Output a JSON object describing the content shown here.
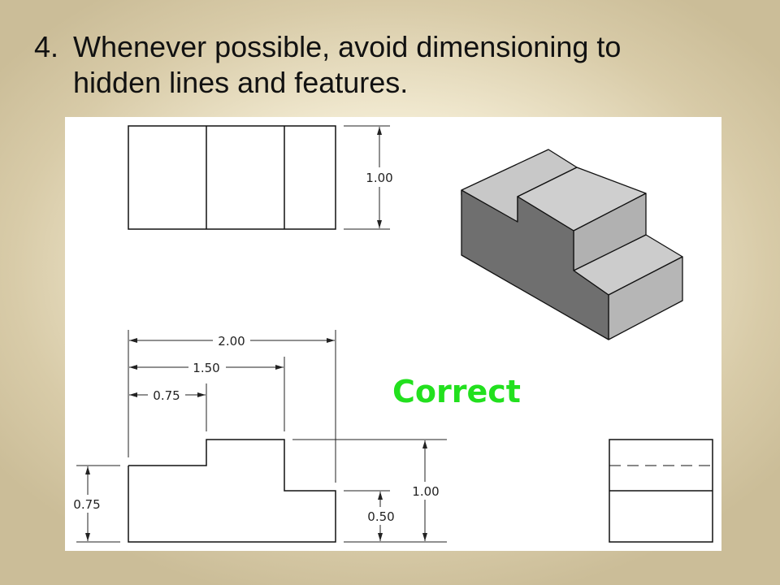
{
  "slide": {
    "title_number": "4.",
    "title_line1": "Whenever possible, avoid dimensioning to",
    "title_line2": "hidden lines and features."
  },
  "figure": {
    "verdict": "Correct",
    "verdict_color": "#22e01e",
    "top_view": {
      "height_dimension": "1.00"
    },
    "front_view": {
      "overall_width": "2.00",
      "step_width": "1.50",
      "step_start": "0.75",
      "left_height": "0.75",
      "right_height": "0.50",
      "total_height": "1.00"
    }
  }
}
